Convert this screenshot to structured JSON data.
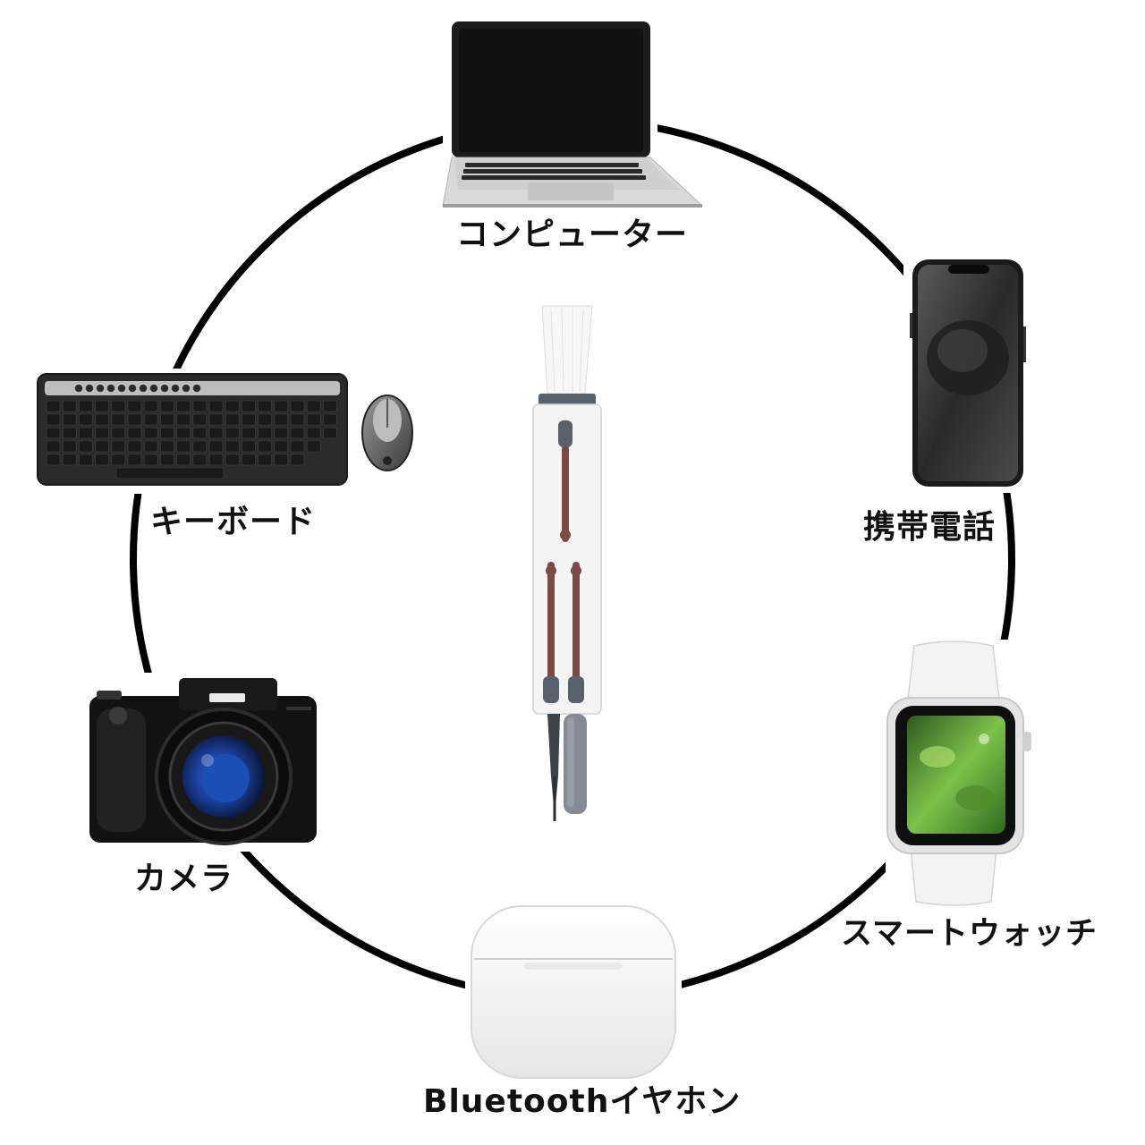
{
  "labels": {
    "computer": "コンピューター",
    "phone": "携帯電話",
    "keyboard": "キーボード",
    "camera": "カメラ",
    "smartwatch": "スマートウォッチ",
    "earbuds": "Bluetoothイヤホン"
  },
  "colors": {
    "ring": "#000000",
    "label": "#111111",
    "device_dark": "#1c1c1e",
    "brush_body": "#f4f4f4",
    "brush_accent": "#7a4a44",
    "brush_grey": "#59616a"
  },
  "icons": [
    "laptop-icon",
    "smartphone-icon",
    "keyboard-icon",
    "mouse-icon",
    "camera-icon",
    "smartwatch-icon",
    "earbuds-case-icon",
    "cleaning-pen-icon"
  ]
}
